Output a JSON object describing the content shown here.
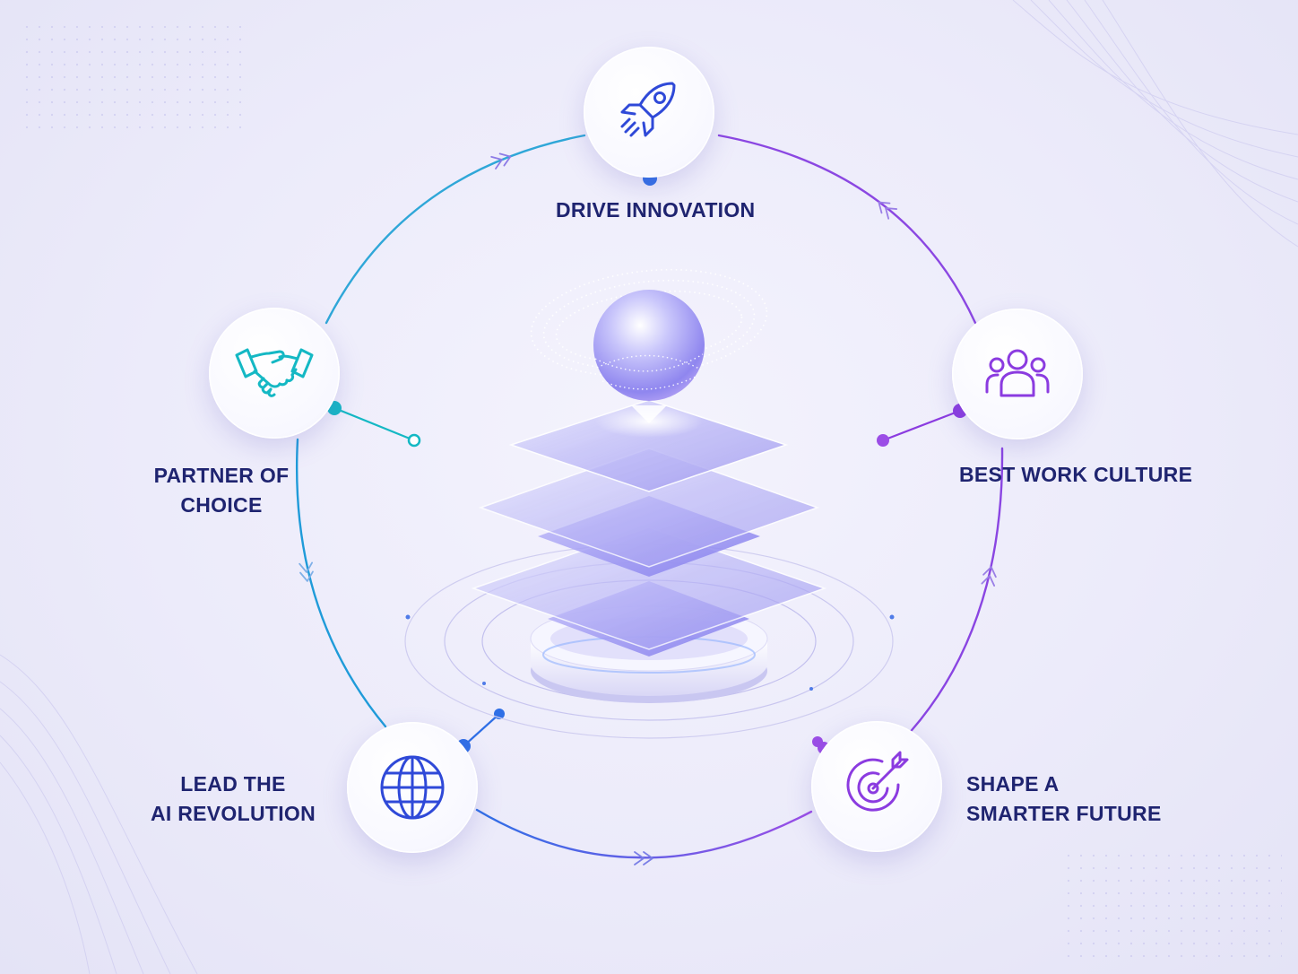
{
  "colors": {
    "teal": "#14b8c4",
    "blue": "#2f6fe6",
    "purple": "#8b3be0",
    "violet": "#9b5de5",
    "label": "#1f2470"
  },
  "nodes": [
    {
      "id": "drive-innovation",
      "icon": "rocket-icon",
      "label_lines": [
        "DRIVE INNOVATION"
      ]
    },
    {
      "id": "best-work-culture",
      "icon": "people-icon",
      "label_lines": [
        "BEST WORK CULTURE"
      ]
    },
    {
      "id": "shape-smarter-future",
      "icon": "target-icon",
      "label_lines": [
        "SHAPE A",
        "SMARTER FUTURE"
      ]
    },
    {
      "id": "lead-ai-revolution",
      "icon": "globe-icon",
      "label_lines": [
        "LEAD THE",
        "AI REVOLUTION"
      ]
    },
    {
      "id": "partner-of-choice",
      "icon": "handshake-icon",
      "label_lines": [
        "PARTNER OF",
        "CHOICE"
      ]
    }
  ],
  "center": {
    "icon": "layered-stack-with-sphere"
  }
}
